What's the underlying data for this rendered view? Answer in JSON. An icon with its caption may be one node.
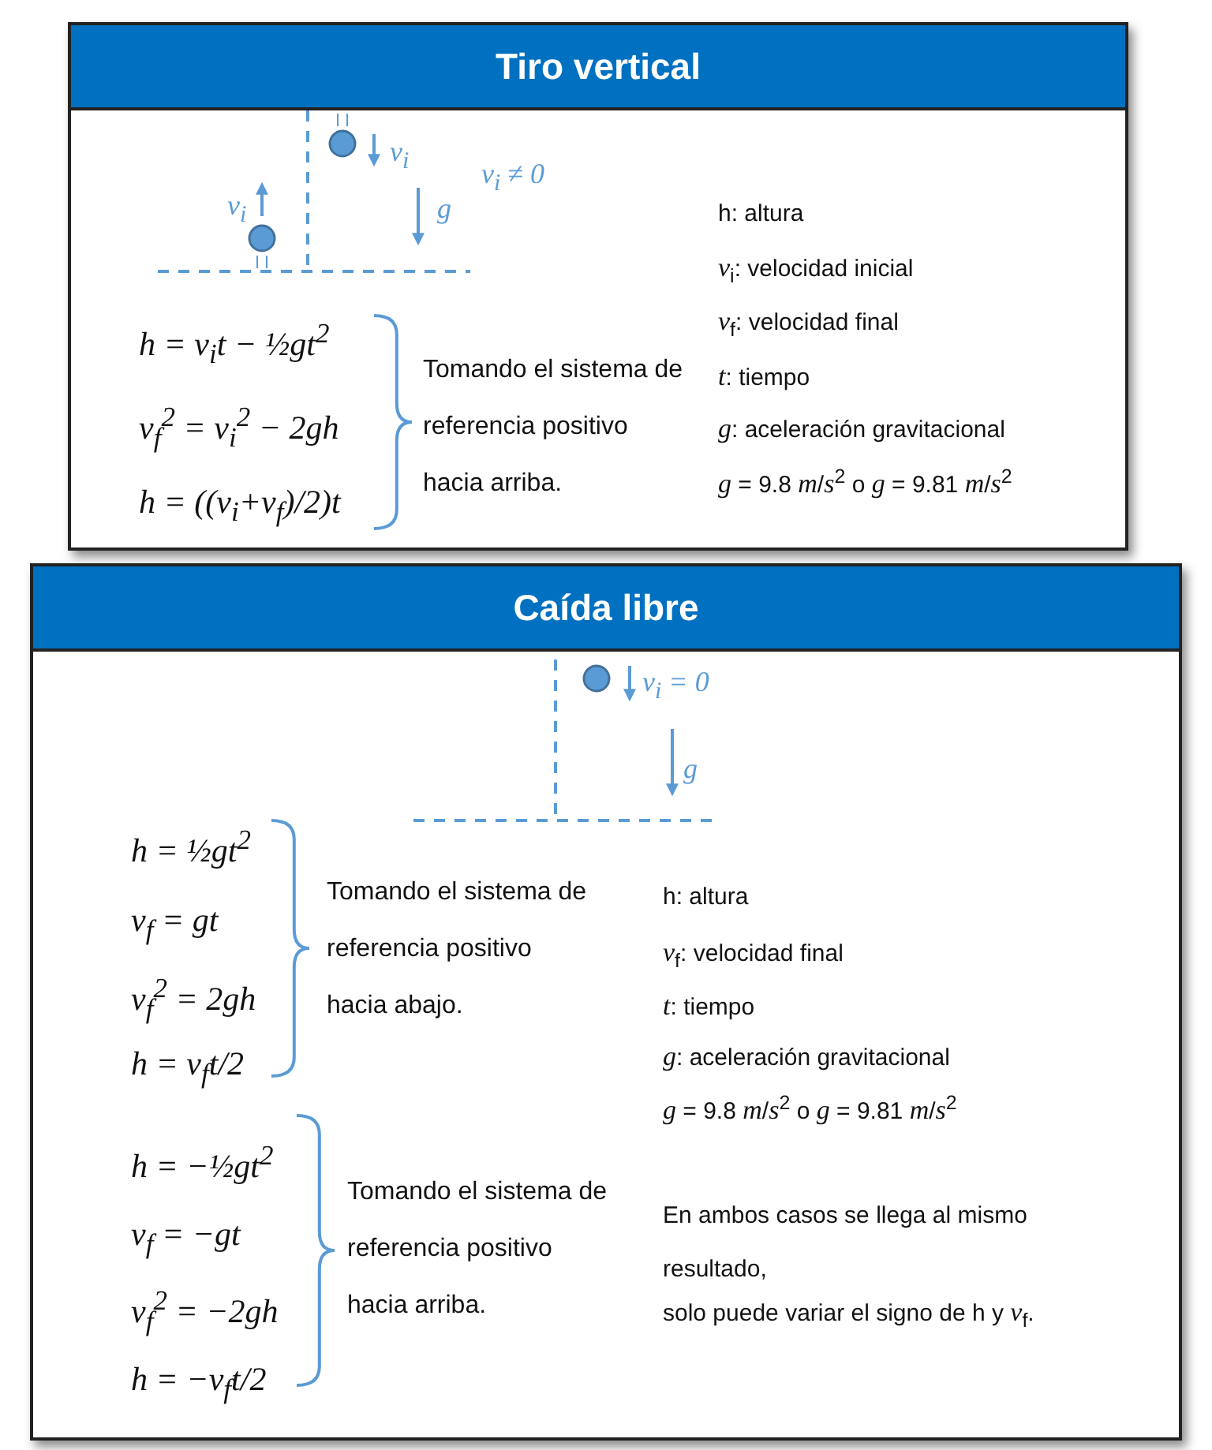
{
  "diagram": {
    "nodes": [
      {
        "text": [
          "Tiro vertical"
        ]
      },
      {
        "text": [
          "Caída libre"
        ]
      }
    ],
    "edges": [],
    "labels": [
      "v$_{i}$",
      "v$_{i}$ ≠ 0",
      "v$_{i}$",
      "g",
      "h: altura",
      "*v*$_{i}$: velocidad inicial",
      "*v*$_{f}$: velocidad final",
      "*t*: tiempo",
      "*g*: aceleración gravitacional",
      "*g* = 9.8 *m*/*s*$^{2}$  o  *g* = 9.81 *m*/*s*$^{2}$",
      "h = v$_{i}$t − ½gt$^{2}$",
      "v$_{f}$$^{2}$ = v$_{i}$$^{2}$ − 2gh",
      "h = ((v$_{i}$+v$_{f}$)/2)t",
      "Tomando el sistema de referencia positivo hacia arriba.",
      "v$_{i}$ = 0",
      "g",
      "h = ½gt$^{2}$",
      "v$_{f}$ = gt",
      "v$_{f}$$^{2}$ = 2gh",
      "h = v$_{f}$t/2",
      "Tomando el sistema de referencia positivo hacia abajo.",
      "h: altura",
      "*v*$_{f}$: velocidad final",
      "*t*: tiempo",
      "*g*: aceleración gravitacional",
      "*g* = 9.8 *m*/*s*$^{2}$  o  *g* = 9.81 *m*/*s*$^{2}$",
      "h = −½gt$^{2}$",
      "v$_{f}$ = −gt",
      "v$_{f}$$^{2}$ = −2gh",
      "h = −v$_{f}$t/2",
      "Tomando el sistema de referencia positivo hacia arriba.",
      "En ambos casos se llega al mismo resultado,",
      "solo puede variar el signo de h y *v*$_{f}$."
    ]
  }
}
